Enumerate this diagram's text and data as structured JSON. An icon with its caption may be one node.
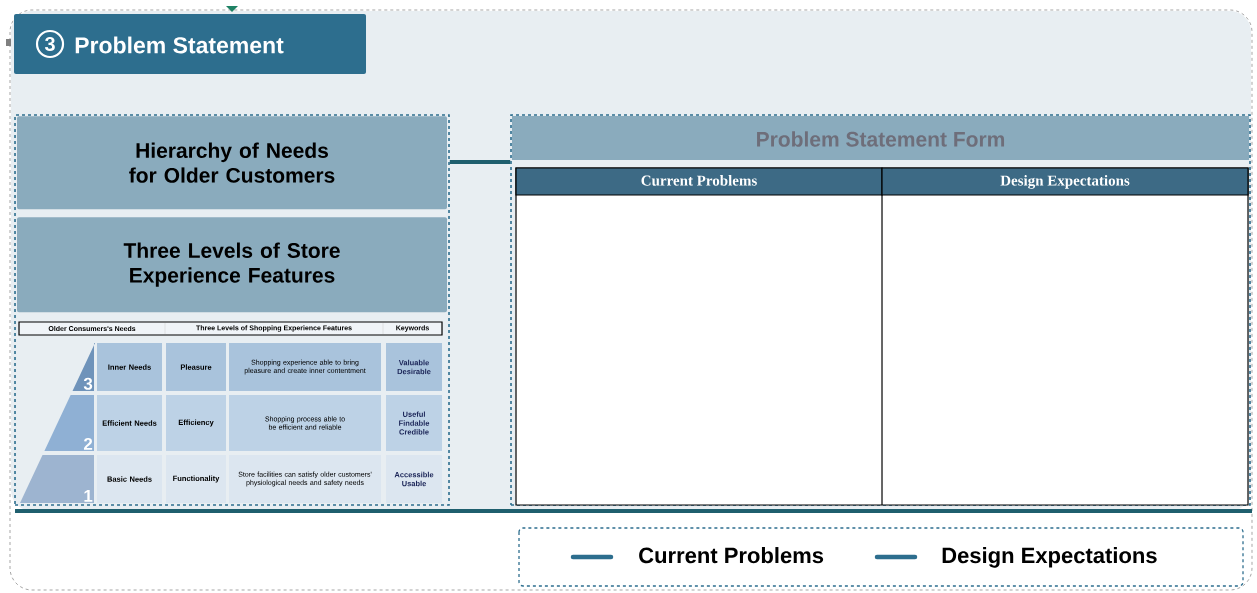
{
  "diagram": {
    "nodes": [
      {
        "text": [
          "3",
          "Problem Statement"
        ]
      },
      {
        "text": [],
        "shape": "box"
      },
      {
        "text": [
          "Hierarchy of Needs for Older Customers"
        ],
        "in": 1
      },
      {
        "text": [
          "Three Levels of Store Experience Features"
        ],
        "in": 1
      },
      {
        "text": [
          "Problem Statement Form"
        ]
      }
    ],
    "edges": [
      {
        "from": 1,
        "to": 4,
        "arrow": "none"
      }
    ],
    "labels": [
      "Older Consumers's Needs",
      "Three Levels of Shopping Experience Features",
      "Keywords",
      "3",
      "Inner Needs",
      "Pleasure",
      "Shopping experience able to bring pleasure and create inner contentment",
      "Valuable Desirable",
      "2",
      "Efficient Needs",
      "Efficiency",
      "Shopping process able to be efficient and reliable",
      "Useful Findable Credible",
      "1",
      "Basic Needs",
      "Functionality",
      "Store facilities can satisfy older customers' physiological needs and safety needs",
      "Accessible Usable",
      "Current Problems",
      "Design Expectations"
    ],
    "legend": [
      {
        "text": "Current Problems"
      },
      {
        "text": "Design Expectations"
      }
    ]
  }
}
